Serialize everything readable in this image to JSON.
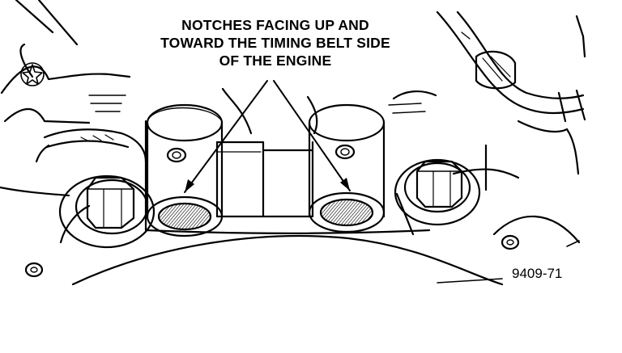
{
  "callout": {
    "line1": "NOTCHES FACING UP AND",
    "line2": "TOWARD THE TIMING BELT SIDE",
    "line3": "OF THE ENGINE"
  },
  "figure_number": "9409-71",
  "colors": {
    "ink": "#000000",
    "paper": "#ffffff",
    "shade": "#8a8a8a"
  }
}
